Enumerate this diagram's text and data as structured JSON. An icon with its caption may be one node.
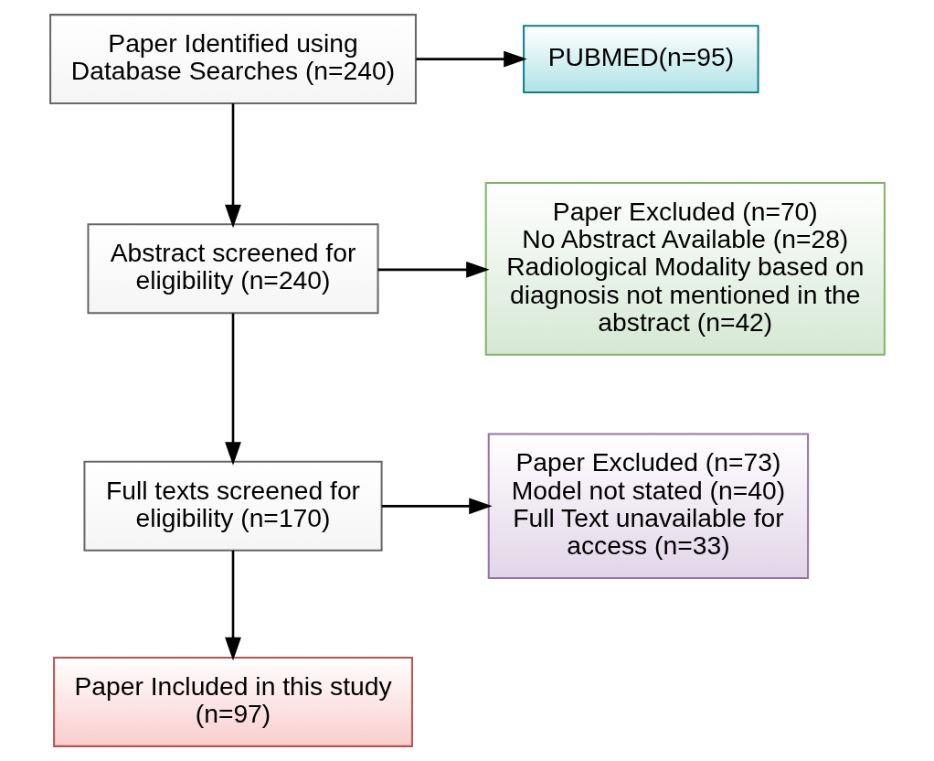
{
  "diagram": {
    "nodes": [
      {
        "text": [
          "Paper Identified using Database Searches (n=240)"
        ]
      },
      {
        "text": [
          "PUBMED(n=95)"
        ]
      },
      {
        "text": [
          "Abstract screened for eligibility (n=240)"
        ]
      },
      {
        "text": [
          "Paper Excluded (n=70)",
          "No Abstract Available (n=28)",
          "Radiological Modality based on diagnosis not mentioned in the abstract (n=42)"
        ]
      },
      {
        "text": [
          "Full texts screened for eligibility (n=170)"
        ]
      },
      {
        "text": [
          "Paper Excluded (n=73)",
          "Model not stated (n=40)",
          "Full Text unavailable for access (n=33)"
        ]
      },
      {
        "text": [
          "Paper Included in this study (n=97)"
        ]
      }
    ],
    "edges": [
      {
        "from": 0,
        "to": 1,
        "arrow": "to"
      },
      {
        "from": 0,
        "to": 2,
        "arrow": "to"
      },
      {
        "from": 2,
        "to": 3,
        "arrow": "to"
      },
      {
        "from": 2,
        "to": 4,
        "arrow": "to"
      },
      {
        "from": 4,
        "to": 5,
        "arrow": "to"
      },
      {
        "from": 4,
        "to": 6,
        "arrow": "to"
      }
    ]
  }
}
